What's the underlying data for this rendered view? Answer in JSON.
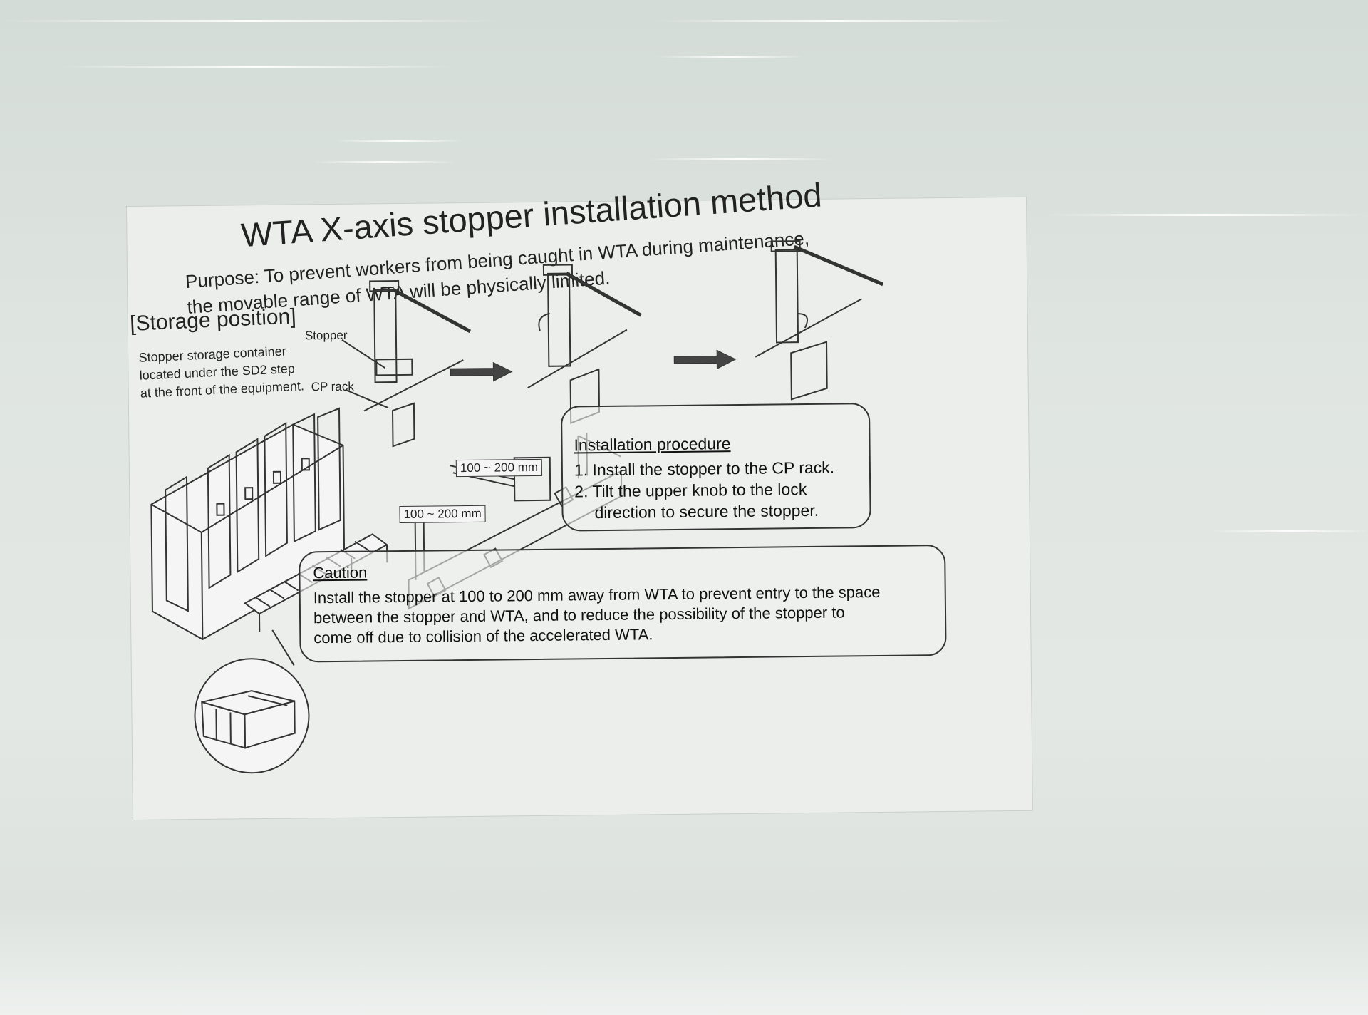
{
  "sign": {
    "title": "WTA X-axis stopper installation method",
    "purpose_line1": "Purpose: To prevent workers from being caught in WTA during maintenance,",
    "purpose_line2": "the movable range of WTA will be physically limited.",
    "storage": {
      "heading": "[Storage position]",
      "line1": "Stopper storage container",
      "line2": "located under the SD2 step",
      "line3": "at the front of the equipment."
    },
    "labels": {
      "stopper": "Stopper",
      "cp_rack": "CP rack"
    },
    "dimensions": {
      "upper": "100 ~ 200 mm",
      "lower": "100 ~ 200 mm"
    },
    "installation": {
      "heading": "Installation procedure",
      "step1": "1. Install the stopper to the CP rack.",
      "step2a": "2. Tilt the upper knob to the lock",
      "step2b": "direction to secure the stopper."
    },
    "caution": {
      "heading": "Caution",
      "line1": "Install the stopper at 100 to 200 mm away from WTA to prevent entry to the space",
      "line2": "between the stopper and WTA, and to reduce the possibility of the stopper to",
      "line3": "come off due to collision of the accelerated WTA."
    }
  },
  "colors": {
    "ink": "#222222",
    "sheet": "#eceeec",
    "wrap": "#dfe5e1"
  }
}
